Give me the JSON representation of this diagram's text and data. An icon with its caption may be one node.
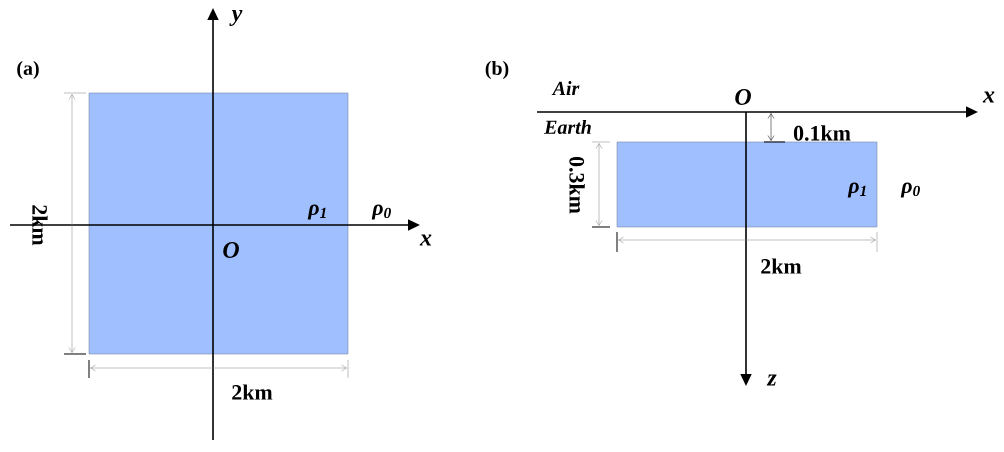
{
  "diagram": {
    "nodes": [
      {
        "text": [
          "ρ$_{1}$"
        ]
      },
      {
        "text": [
          "ρ$_{1}$"
        ]
      }
    ],
    "labels": [
      "(a)",
      "y",
      "x",
      "O",
      "ρ$_{0}$",
      "2km",
      "2km",
      "(b)",
      "Air",
      "O",
      "x",
      "Earth",
      "0.1km",
      "0.3km",
      "ρ$_{0}$",
      "2km",
      "z"
    ]
  }
}
